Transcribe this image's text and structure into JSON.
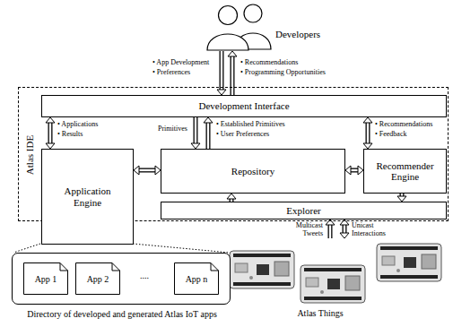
{
  "diagram": {
    "nodes": [
      {
        "text": [
          "Developers"
        ]
      },
      {
        "text": [
          "Atlas IDE"
        ]
      },
      {
        "text": [
          "Development Interface"
        ],
        "in": 1
      },
      {
        "text": [
          "Application Engine"
        ],
        "in": 1
      },
      {
        "text": [
          "Repository"
        ],
        "in": 1
      },
      {
        "text": [
          "Recommender Engine"
        ],
        "in": 1
      },
      {
        "text": [
          "Explorer"
        ],
        "in": 1
      },
      {
        "text": [
          "Directory of developed and generated Atlas IoT apps"
        ]
      },
      {
        "text": [
          "App 1"
        ],
        "in": 7
      },
      {
        "text": [
          "App 2"
        ],
        "in": 7
      },
      {
        "text": [
          "App n"
        ],
        "in": 7
      },
      {
        "text": [
          "Atlas Things"
        ]
      }
    ],
    "edges": [
      {
        "from": 0,
        "to": 2,
        "arrow": "to"
      },
      {
        "from": 2,
        "to": 0,
        "arrow": "to"
      },
      {
        "from": 2,
        "to": 3,
        "arrow": "both"
      },
      {
        "from": 2,
        "to": 4,
        "arrow": "to"
      },
      {
        "from": 4,
        "to": 2,
        "arrow": "to"
      },
      {
        "from": 2,
        "to": 5,
        "arrow": "both"
      },
      {
        "from": 3,
        "to": 4,
        "arrow": "both"
      },
      {
        "from": 4,
        "to": 5,
        "arrow": "both"
      },
      {
        "from": 6,
        "to": 4,
        "arrow": "to"
      },
      {
        "from": 5,
        "to": 6,
        "arrow": "to"
      },
      {
        "from": 11,
        "to": 6,
        "arrow": "to"
      },
      {
        "from": 6,
        "to": 11,
        "arrow": "both"
      }
    ],
    "labels": [
      "• App Development",
      "• Preferences",
      "• Recommendations",
      "• Programming Opportunities",
      "• Applications",
      "• Results",
      "Primitives",
      "• Established Primitives",
      "• User Preferences",
      "• Recommendations",
      "• Feedback",
      "Multicast Tweets",
      "Unicast Interactions",
      "...."
    ]
  }
}
